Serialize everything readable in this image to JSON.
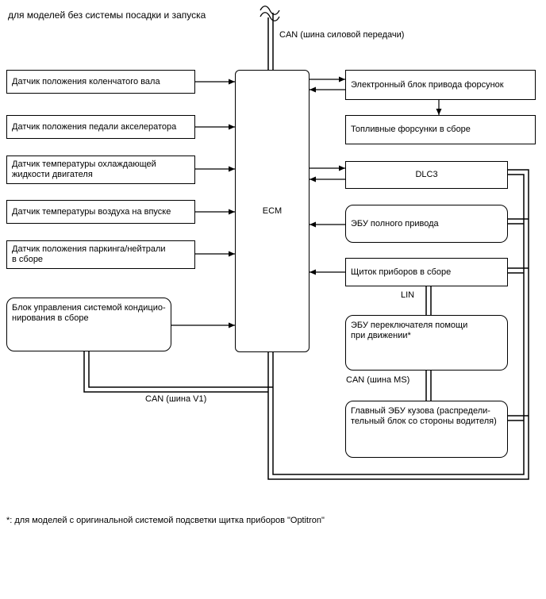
{
  "title": "для моделей без системы посадки и запуска",
  "footnote": "*: для моделей с оригинальной системой подсветки щитка приборов \"Optitron\"",
  "colors": {
    "line": "#000000",
    "background": "#ffffff",
    "text": "#000000"
  },
  "ecm": {
    "label": "ECM"
  },
  "bus_labels": {
    "powertrain": "CAN (шина силовой передачи)",
    "v1": "CAN (шина V1)",
    "lin": "LIN",
    "ms": "CAN (шина MS)"
  },
  "left_boxes": [
    {
      "label": "Датчик положения коленчатого вала"
    },
    {
      "label": "Датчик положения педали акселератора"
    },
    {
      "label": "Датчик температуры охлаждающей\nжидкости двигателя"
    },
    {
      "label": "Датчик температуры воздуха на впуске"
    },
    {
      "label": "Датчик положения паркинга/нейтрали\nв сборе"
    },
    {
      "label": "Блок управления системой кондицио-\nнирования в сборе"
    }
  ],
  "right_boxes": [
    {
      "label": "Электронный блок привода форсунок"
    },
    {
      "label": "Топливные форсунки в сборе"
    },
    {
      "label": "DLC3"
    },
    {
      "label": "ЭБУ полного привода"
    },
    {
      "label": "Щиток приборов в сборе"
    },
    {
      "label": "ЭБУ переключателя помощи\nпри движении*"
    },
    {
      "label": "Главный ЭБУ кузова (распредели-\nтельный блок со стороны водителя)"
    }
  ]
}
